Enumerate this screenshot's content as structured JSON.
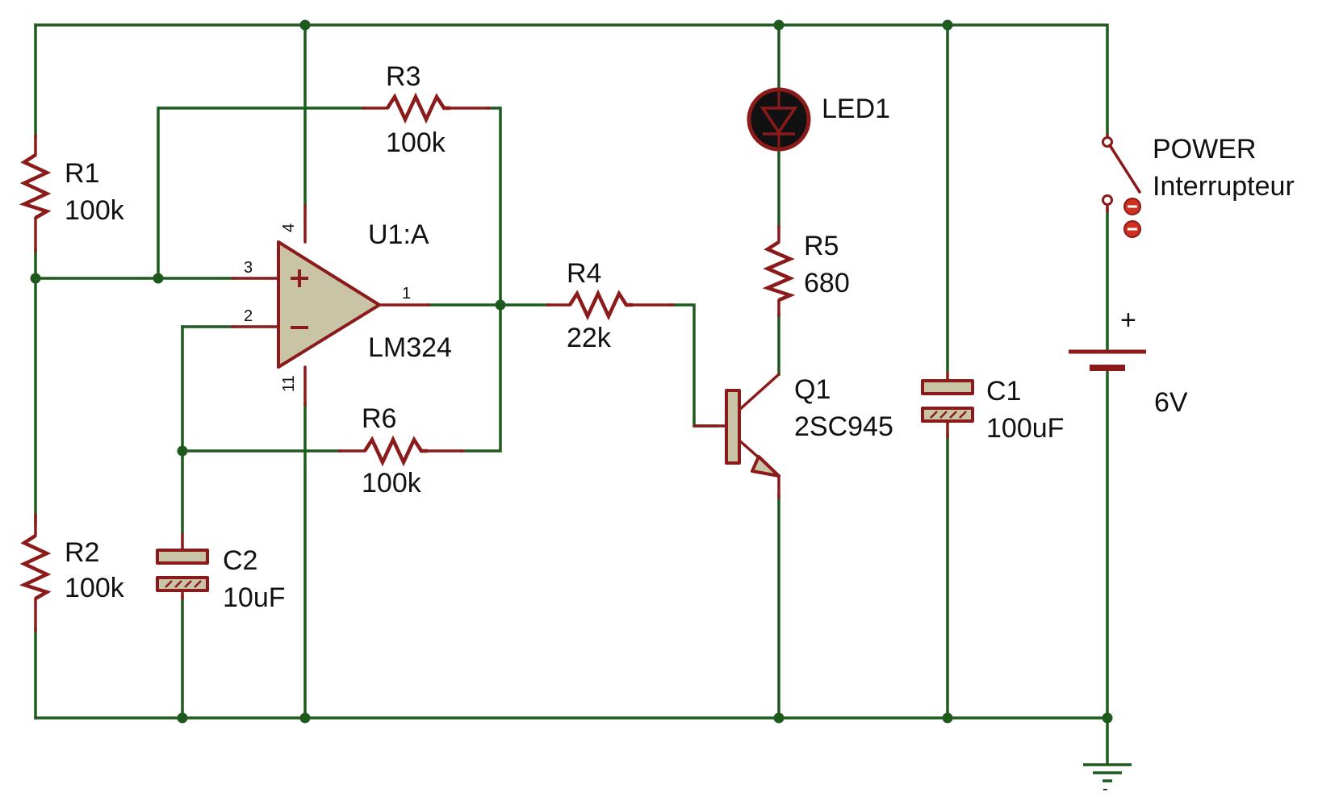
{
  "components": {
    "R1": {
      "ref": "R1",
      "value": "100k"
    },
    "R2": {
      "ref": "R2",
      "value": "100k"
    },
    "R3": {
      "ref": "R3",
      "value": "100k"
    },
    "R4": {
      "ref": "R4",
      "value": "22k"
    },
    "R5": {
      "ref": "R5",
      "value": "680"
    },
    "R6": {
      "ref": "R6",
      "value": "100k"
    },
    "C1": {
      "ref": "C1",
      "value": "100uF"
    },
    "C2": {
      "ref": "C2",
      "value": "10uF"
    },
    "U1": {
      "ref": "U1:A",
      "value": "LM324",
      "pins": {
        "vplus": "4",
        "in_plus": "3",
        "in_minus": "2",
        "out": "1",
        "vminus": "11"
      }
    },
    "Q1": {
      "ref": "Q1",
      "value": "2SC945"
    },
    "LED1": {
      "ref": "LED1"
    },
    "switch": {
      "ref": "POWER",
      "value": "Interrupteur"
    },
    "battery": {
      "value": "6V",
      "plus": "+",
      "minus": "-"
    }
  },
  "colors": {
    "wire": "#1e5a1e",
    "component": "#8b1a1a",
    "body": "#c9c4a5"
  }
}
